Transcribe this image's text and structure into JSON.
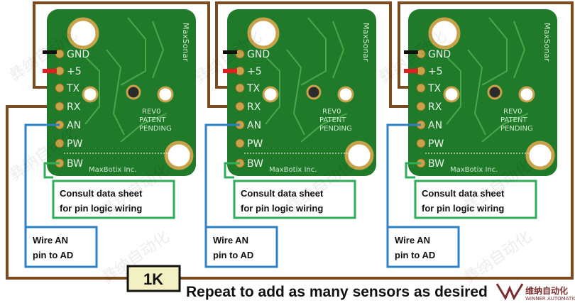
{
  "pins": [
    "GND",
    "+5",
    "TX",
    "RX",
    "AN",
    "PW",
    "BW"
  ],
  "board_markings": {
    "revision": "REV0",
    "patent_line1": "PATENT",
    "patent_line2": "PENDING",
    "brand_side": "MaxSonar",
    "brand_bottom": "MaxBotix Inc."
  },
  "notes": {
    "pin_logic_line1": "Consult data sheet",
    "pin_logic_line2": "for pin logic wiring",
    "wire_an_line1": "Wire AN",
    "wire_an_line2": "pin to AD"
  },
  "resistor_label": "1K",
  "repeat_caption": "Repeat to add as many sensors as desired",
  "watermark_text": "彝纳自动化",
  "logo": {
    "name": "维纳自动化",
    "sub": "WINNER AUTOMATIC"
  },
  "colors": {
    "pcb_green": "#1f7a2a",
    "trace_brown": "#7b4a1e",
    "wire_blue": "#2f7fc4",
    "wire_green": "#2fae5a",
    "pad_gold": "#c8a24a",
    "red_wire": "#e02020",
    "black_wire": "#111111",
    "resistor_fill": "#f3f1c4"
  }
}
